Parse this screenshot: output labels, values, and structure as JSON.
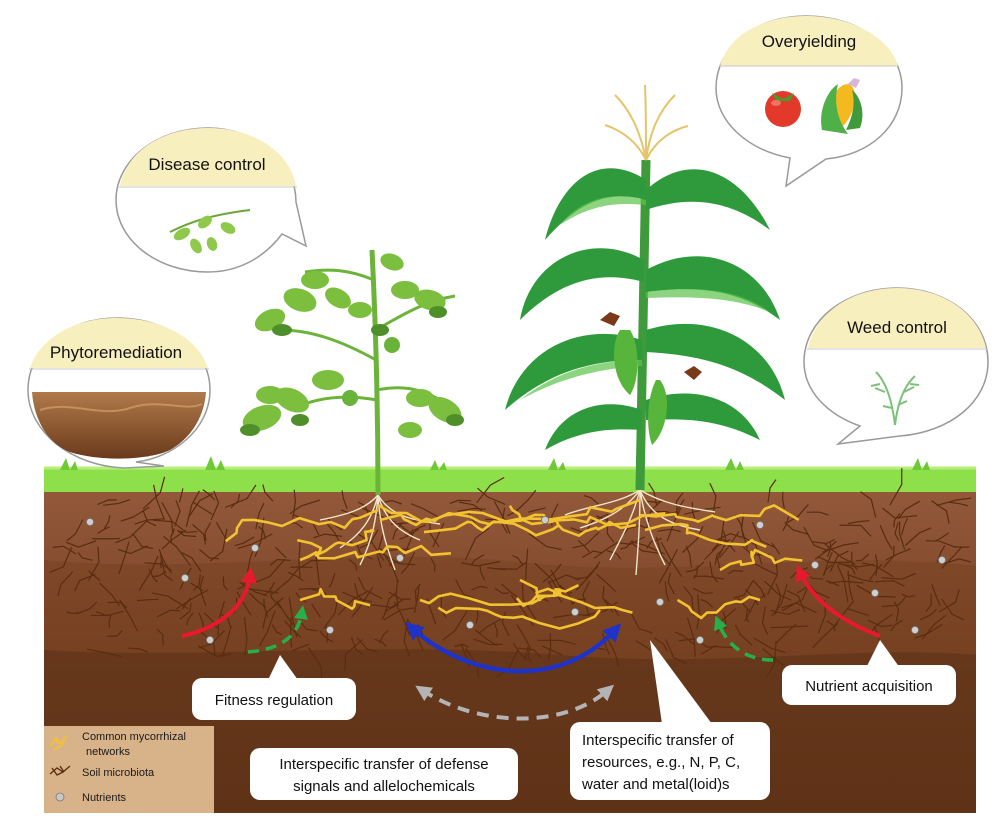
{
  "bubbles": {
    "overyielding": "Overyielding",
    "disease_control": "Disease control",
    "phytoremediation": "Phytoremediation",
    "weed_control": "Weed control"
  },
  "callouts": {
    "fitness_regulation": "Fitness regulation",
    "nutrient_acquisition": "Nutrient acquisition",
    "defense_line1": "Interspecific transfer of defense",
    "defense_line2": "signals and allelochemicals",
    "resources_line1": "Interspecific transfer of",
    "resources_line2": "resources, e.g., N, P, C,",
    "resources_line3": "water and metal(loid)s"
  },
  "legend": {
    "mycorrhizal_line1": "Common mycorrhizal",
    "mycorrhizal_line2": "networks",
    "soil_microbiota": "Soil microbiota",
    "nutrients": "Nutrients"
  },
  "colors": {
    "mycorrhizal": "#f2c230",
    "microbiota": "#5a2c10",
    "soil_top": "#8d5530",
    "soil_bottom": "#5a2f16",
    "grass": "#8ee04a",
    "bubble_header": "#f8efbe",
    "arrow_red": "#e8192c",
    "arrow_green": "#27b04a",
    "arrow_blue": "#1f33c8",
    "arrow_grey": "#b4b4b4"
  }
}
